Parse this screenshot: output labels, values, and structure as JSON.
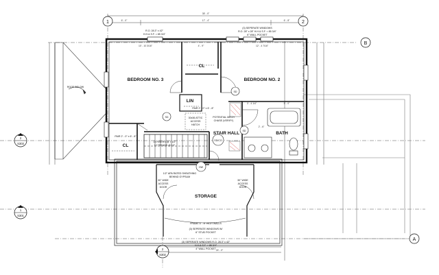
{
  "rooms": {
    "bedroom3": "BEDROOM NO. 3",
    "bedroom2": "BEDROOM NO. 2",
    "cl_upper": "CL",
    "cl_lower": "CL",
    "lin": "LIN",
    "stair_hall": "STAIR HALL",
    "bath": "BATH",
    "storage": "STORAGE"
  },
  "notes": {
    "roof_below": "ROOF BELOW",
    "attic_access": [
      "30x36 ATTIC",
      "ACCESS",
      "HATCH"
    ],
    "mech_chase": [
      "POTENTIAL MECH",
      "CHASE (VERIFY)"
    ],
    "sheathing": [
      "1/2\" APA RATED SHEATHING",
      "BEHIND GYPSUM"
    ],
    "access_left": [
      "30\" WIDE",
      "ACCESS",
      "DOOR"
    ],
    "access_right": [
      "30\" WIDE",
      "ACCESS",
      "DOOR"
    ],
    "frame_walls": "FRAME 6' - 8\" HIGH WALLS",
    "windows_bottom_inner": [
      "(3) SEPERATE WINDOWS W/",
      "6\" STUD POCKET"
    ],
    "windows_bottom_outer": [
      "(3) SEPERATE WINDOWS R.O. 28.3\" x 42\"",
      "H.H.& S.F. = 85 3/4\"",
      "4\" WALL POCKET"
    ],
    "windows_top": [
      "(3) SEPERATE WINDOWS",
      "R.O. 28\" x 28\" H.H.& S.F. = 85 3/4\"",
      "6\" WALL POCKET"
    ],
    "window_top_left": [
      "R.O. 28.3\" x 42\"",
      "H.H.& S.F. = 85 3/4\""
    ],
    "lin_pair": "PAIR 2' - 0\" x 6' - 8\"",
    "cl_pair": "PAIR 2' - 0\" x 6' - 8\"",
    "stair_risers": [
      "13 RISERS @ 7 1/2\"",
      "12 TREADS @ 10\""
    ],
    "sd1": "SD",
    "sd2": "SD",
    "sd3": "SD",
    "sdco": "SD/CO",
    "hw": "HW"
  },
  "dimensions": {
    "overall": "35' - 0\"",
    "left_seg": "6' - 0\"",
    "mid_seg": "17' - 4\"",
    "right_seg": "6' - 8\"",
    "b3_width": "10' - 10 3/16\"",
    "cl_width": "4' - 9\"",
    "b2_width": "12' - 4 7/16\"",
    "bottom": "24' - 0\"",
    "bath_w": "5' - 0\"",
    "hall_w": "3' - 4 1/4\"",
    "bath_top": "2' - 6\""
  },
  "grid": {
    "col1": "1",
    "col2": "2",
    "rowB": "B",
    "rowA": "A"
  },
  "sections": {
    "s303_num": "2",
    "s303_sheet": "S303",
    "s301_num": "1",
    "s301_sheet": "S301",
    "s302_num": "2",
    "s302_sheet": "S302"
  }
}
